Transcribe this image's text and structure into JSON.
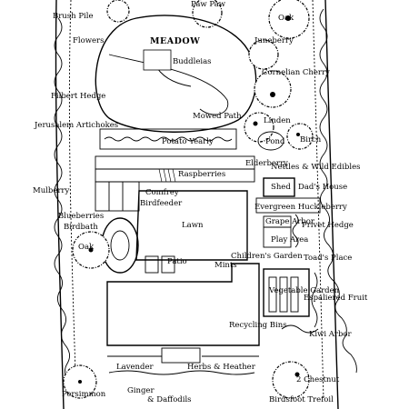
{
  "labels": {
    "brush_pile": "Brush Pile",
    "paw_paw": "Paw Paw",
    "oak_top": "Oak",
    "flowers": "Flowers",
    "meadow": "MEADOW",
    "juneberry": "Juneberry",
    "buddleias": "Buddleias",
    "cornelian_cherry": "Cornelian Cherry",
    "filbert_hedge": "Filbert Hedge",
    "jerusalem_artichokes": "Jerusalem Artichokes",
    "mowed_path": "Mowed Path",
    "linden": "Linden",
    "pond": "Pond",
    "birch": "Birch",
    "potato_yearly": "Potato Yearly",
    "elderberry": "Elderberry",
    "nettles_wild_edibles": "Nettles & Wild Edibles",
    "raspberries": "Raspberries",
    "mulberry": "Mulberry",
    "comfrey": "Comfrey",
    "birdfeeder_top": "Birdfeeder",
    "shed": "Shed",
    "dads_house": "Dad's House",
    "evergreen_huckleberry": "Evergreen Huckleberry",
    "blueberries": "Blueberries",
    "birdbath": "Birdbath",
    "lawn": "Lawn",
    "grape_arbor": "Grape Arbor",
    "play_area": "Play Area",
    "privet_hedge": "Privet Hedge",
    "oak_mid": "Oak",
    "childrens_garden": "Children's Garden",
    "toads_place": "Toad's Place",
    "patio": "Patio",
    "mints": "Mints",
    "vegetable_garden": "Vegetable Garden",
    "espaliered_fruit": "Espaliered Fruit",
    "recycling_bins": "Recycling Bins",
    "kiwi_arbor": "Kiwi Arbor",
    "lavender": "Lavender",
    "herbs_heather": "Herbs & Heather",
    "chestnut": "2 Chestnut",
    "persimmon": "Persimmon",
    "ginger": "Ginger",
    "daffodils": "& Daffodils",
    "birdsfoot_trefoil": "Birdsfoot Trefoil"
  }
}
